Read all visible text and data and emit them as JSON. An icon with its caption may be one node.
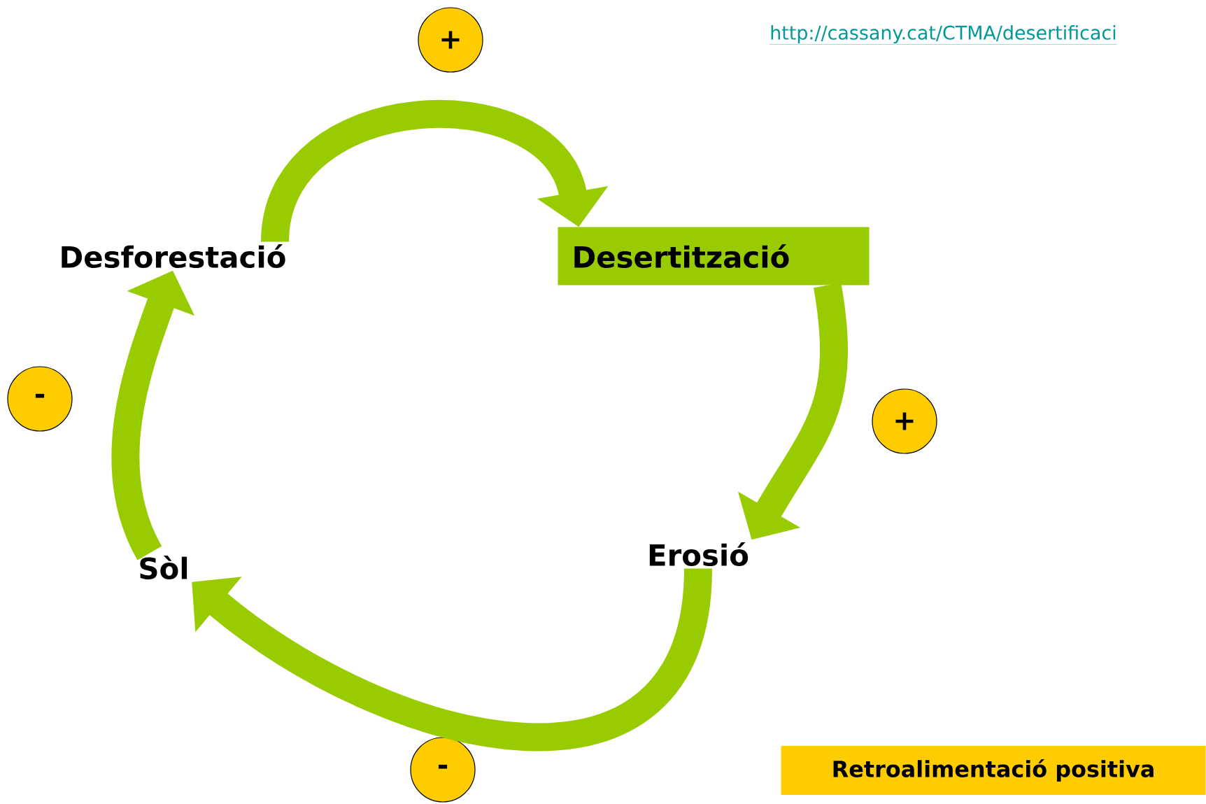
{
  "diagram": {
    "nodes": [
      {
        "text": [
          "Desforestació"
        ]
      },
      {
        "text": [
          "Desertització"
        ]
      },
      {
        "text": [
          "Erosió"
        ]
      },
      {
        "text": [
          "Sòl"
        ]
      },
      {
        "text": [
          "+"
        ]
      },
      {
        "text": [
          "-"
        ]
      },
      {
        "text": [
          "+"
        ]
      },
      {
        "text": [
          "-"
        ]
      },
      {
        "text": [
          "Retroalimentació positiva"
        ]
      }
    ],
    "edges": [
      {
        "from": 0,
        "to": 1,
        "arrow": "to"
      },
      {
        "from": 1,
        "to": 2,
        "arrow": "to"
      },
      {
        "from": 2,
        "to": 3,
        "arrow": "to"
      },
      {
        "from": 3,
        "to": 0,
        "arrow": "to"
      }
    ],
    "labels": [
      "http://cassany.cat/CTMA/desertificaci"
    ]
  }
}
